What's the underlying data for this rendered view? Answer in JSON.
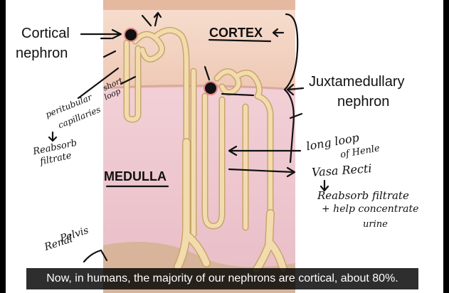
{
  "labels": {
    "cortical_nephron_line1": "Cortical",
    "cortical_nephron_line2": "nephron",
    "cortex": "CORTEX",
    "medulla": "MEDULLA",
    "juxtamedullary_line1": "Juxtamedullary",
    "juxtamedullary_line2": "nephron"
  },
  "handwritten_notes": {
    "short_loop_line1": "short",
    "short_loop_line2": "loop",
    "peritubular_line1": "peritubular",
    "peritubular_line2": "capillaries",
    "reabsorb_left_line1": "Reabsorb",
    "reabsorb_left_line2": "filtrate",
    "long_loop_line1": "long loop",
    "long_loop_line2": "of Henle",
    "vasa_recti": "Vasa Recti",
    "reabsorb_right_line1": "Reabsorb filtrate",
    "reabsorb_right_line2": "+ help concentrate",
    "reabsorb_right_line3": "urine",
    "renal_pelvis_line1": "Renal",
    "renal_pelvis_line2": "Pelvis"
  },
  "caption": "Now, in humans, the majority of our nephrons are cortical, about 80%.",
  "colors": {
    "cortex_bg": "#f3d2c0",
    "medulla_bg": "#eec6cf",
    "tubule": "#f2dcae",
    "tubule_outline": "#c9a56b",
    "ink": "#111111"
  }
}
